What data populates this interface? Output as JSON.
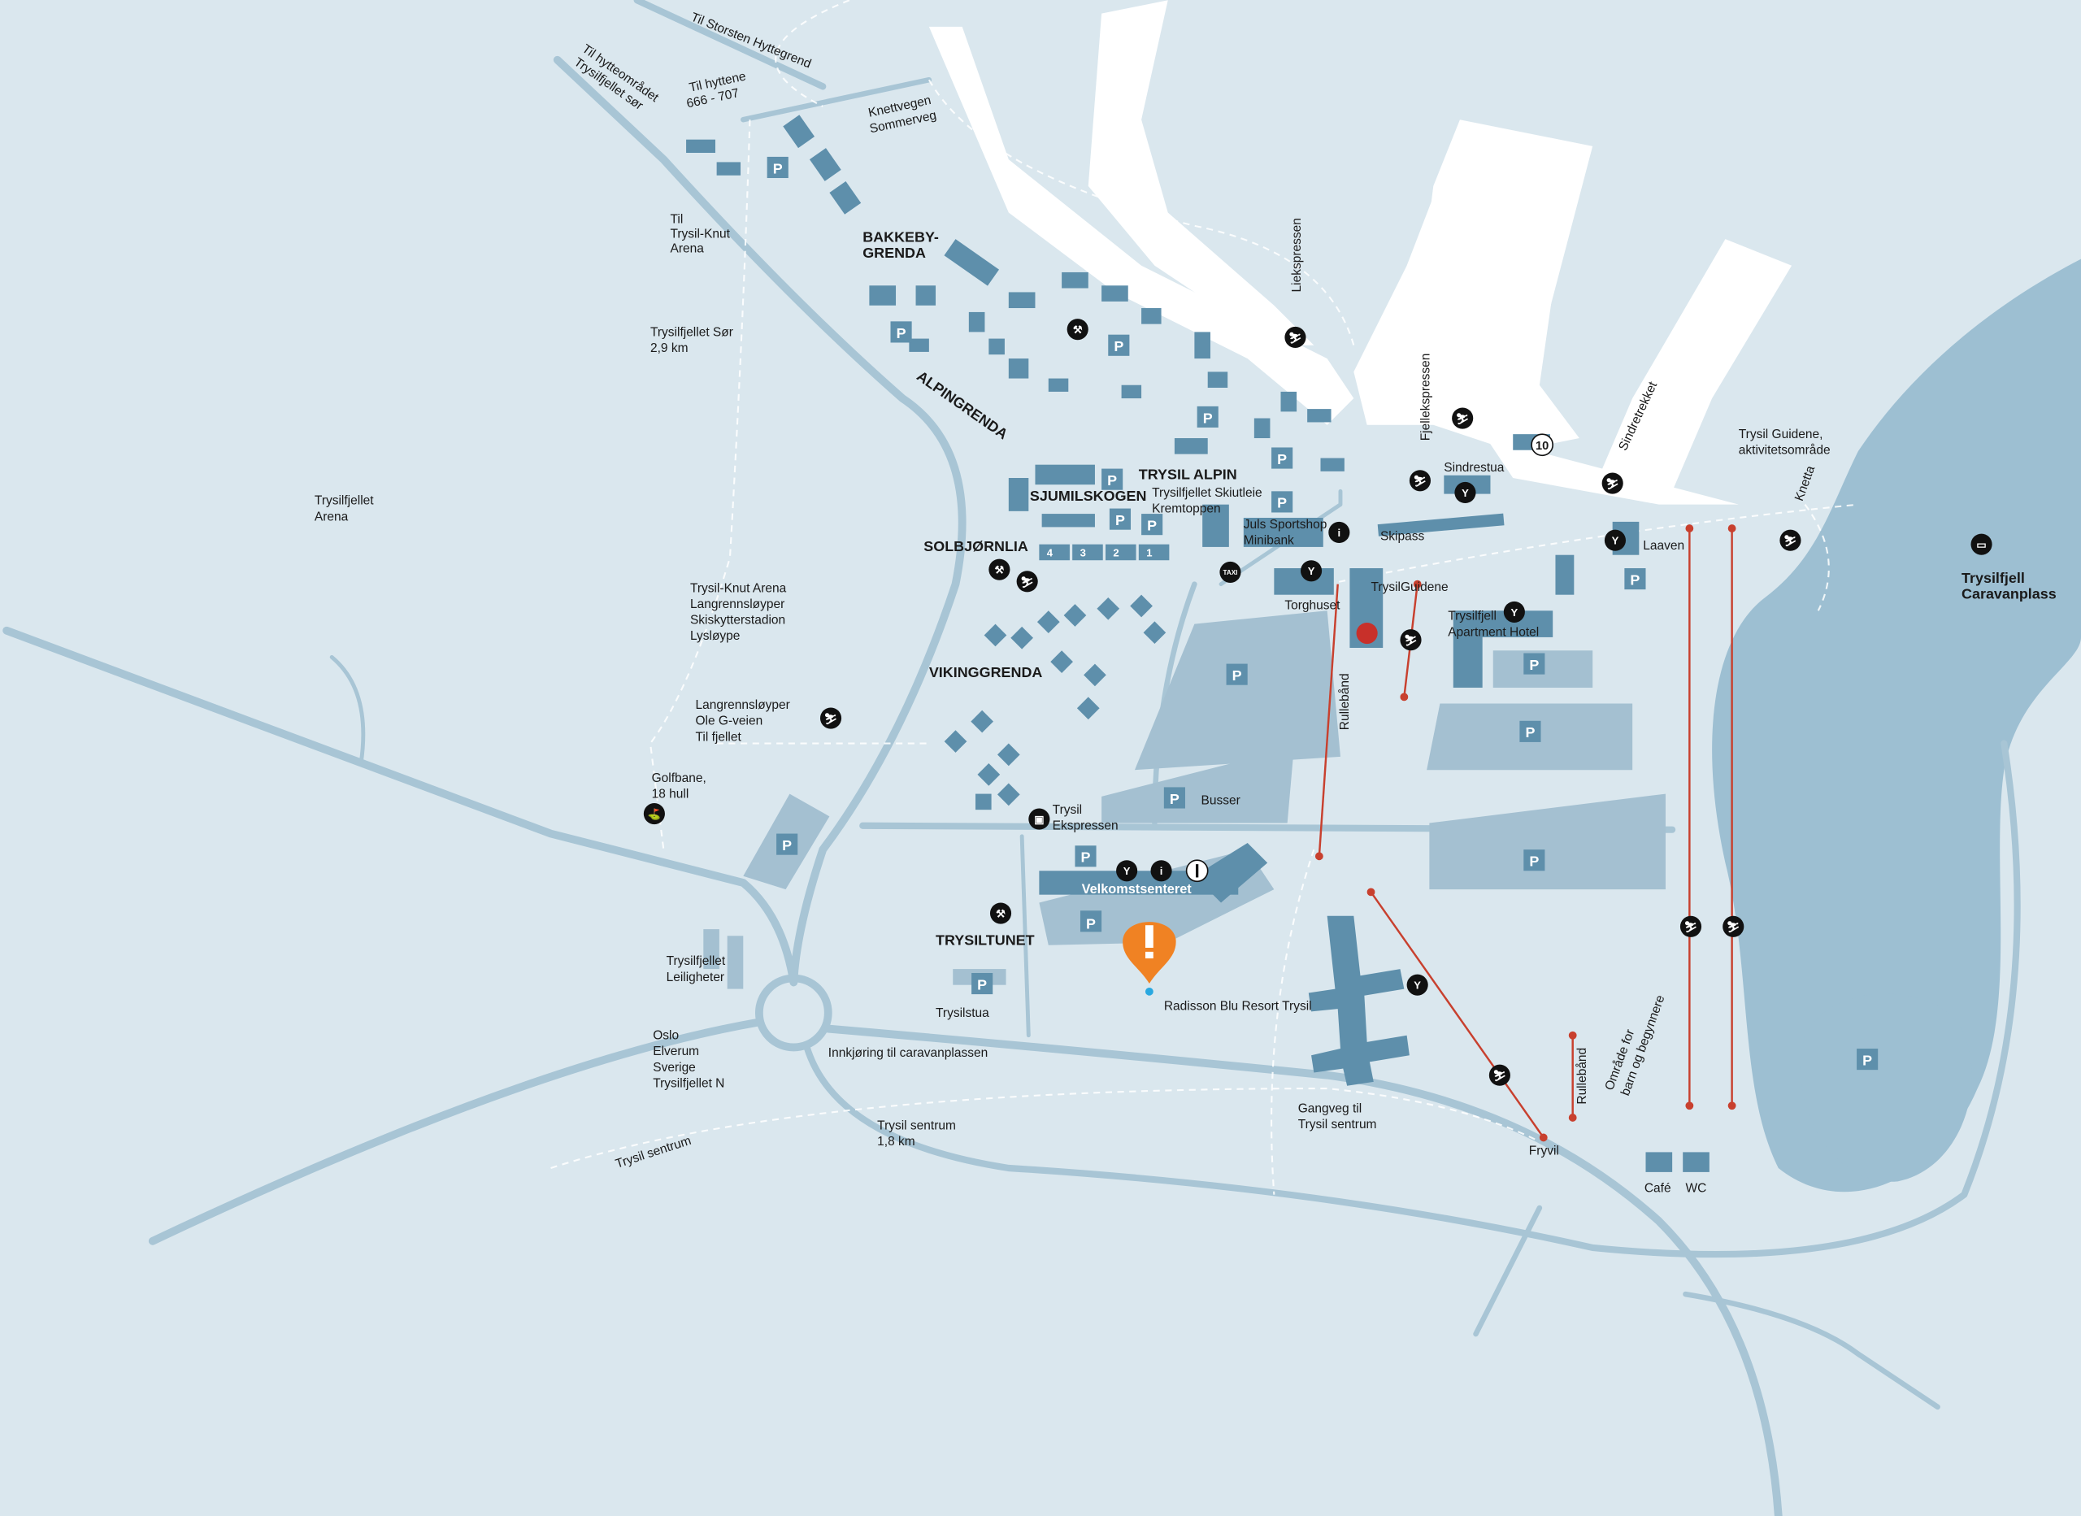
{
  "colors": {
    "background": "#dae7ee",
    "road": "#a8c5d5",
    "building": "#5e8fab",
    "parking_area": "#a4c0d1",
    "lake": "#9dbfd2",
    "slope": "#ffffff",
    "lift": "#c8402e",
    "marker": "#f08223",
    "marker_dot": "#29a8e0"
  },
  "labels": {
    "til_storsten": "Til Storsten Hyttegrend",
    "til_hytteomradet_1": "Til hytteområdet",
    "til_hytteomradet_2": "Trysilfjellet sør",
    "til_hyttene_1": "Til hyttene",
    "til_hyttene_2": "666 - 707",
    "knettvegen_1": "Knettvegen",
    "knettvegen_2": "Sommerveg",
    "bakkeby_1": "BAKKEBY-",
    "bakkeby_2": "GRENDA",
    "til_tk_1": "Til",
    "til_tk_2": "Trysil-Knut",
    "til_tk_3": "Arena",
    "sor_1": "Trysilfjellet Sør",
    "sor_2": "2,9 km",
    "alpingrenda": "ALPINGRENDA",
    "trysil_alpin": "TRYSIL ALPIN",
    "sjumilskogen": "SJUMILSKOGEN",
    "skiutleie": "Trysilfjellet Skiutleie",
    "kremtoppen": "Kremtoppen",
    "juls": "Juls Sportshop",
    "minibank": "Minibank",
    "skipass": "Skipass",
    "solbjornlia": "SOLBJØRNLIA",
    "arena_1": "Trysilfjellet",
    "arena_2": "Arena",
    "trysilguidene": "TrysilGuidene",
    "torghuset": "Torghuset",
    "apt_1": "Trysilfjell",
    "apt_2": "Apartment Hotel",
    "laaven": "Laaven",
    "sindrestua": "Sindrestua",
    "liekspressen": "Liekspressen",
    "fjellekspressen": "Fjellekspressen",
    "sindretrekket": "Sindretrekket",
    "guidene_akt_1": "Trysil Guidene,",
    "guidene_akt_2": "aktivitetsområde",
    "knetta": "Knetta",
    "caravan_1": "Trysilfjell",
    "caravan_2": "Caravanplass",
    "tka_1": "Trysil-Knut Arena",
    "tka_2": "Langrennsløyper",
    "tka_3": "Skiskytterstadion",
    "tka_4": "Lysløype",
    "vikinggrenda": "VIKINGGRENDA",
    "lr_1": "Langrennsløyper",
    "lr_2": "Ole G-veien",
    "lr_3": "Til fjellet",
    "rullebaand_1": "Rullebånd",
    "golf_1": "Golfbane,",
    "golf_2": "18 hull",
    "busser": "Busser",
    "ekspressen_1": "Trysil",
    "ekspressen_2": "Ekspressen",
    "velkomstsenteret": "Velkomstsenteret",
    "trysiltunet": "TRYSILTUNET",
    "leil_1": "Trysilfjellet",
    "leil_2": "Leiligheter",
    "radisson": "Radisson Blu Resort Trysil",
    "trysilstua": "Trysilstua",
    "oslo_1": "Oslo",
    "oslo_2": "Elverum",
    "oslo_3": "Sverige",
    "oslo_4": "Trysilfjellet N",
    "innkjoring": "Innkjøring til caravanplassen",
    "sentrum_1": "Trysil sentrum",
    "sentrum_2": "1,8 km",
    "sentrum_rot": "Trysil sentrum",
    "gangveg_1": "Gangveg til",
    "gangveg_2": "Trysil sentrum",
    "rullebaand_2": "Rullebånd",
    "barn_1": "Område for",
    "barn_2": "barn og begynnere",
    "fryvil": "Fryvil",
    "cafe": "Café",
    "wc": "WC",
    "lift_10": "10"
  },
  "parking_label": "P",
  "taxi_label": "TAXI",
  "info_label": "i",
  "block_numbers": [
    "4",
    "3",
    "2",
    "1"
  ],
  "icons": [
    "restaurant-icon",
    "info-icon",
    "taxi-icon",
    "ski-lift-icon",
    "cross-country-icon",
    "bus-icon",
    "golf-icon",
    "caravan-icon",
    "location-marker-icon",
    "ski-rental-icon"
  ]
}
